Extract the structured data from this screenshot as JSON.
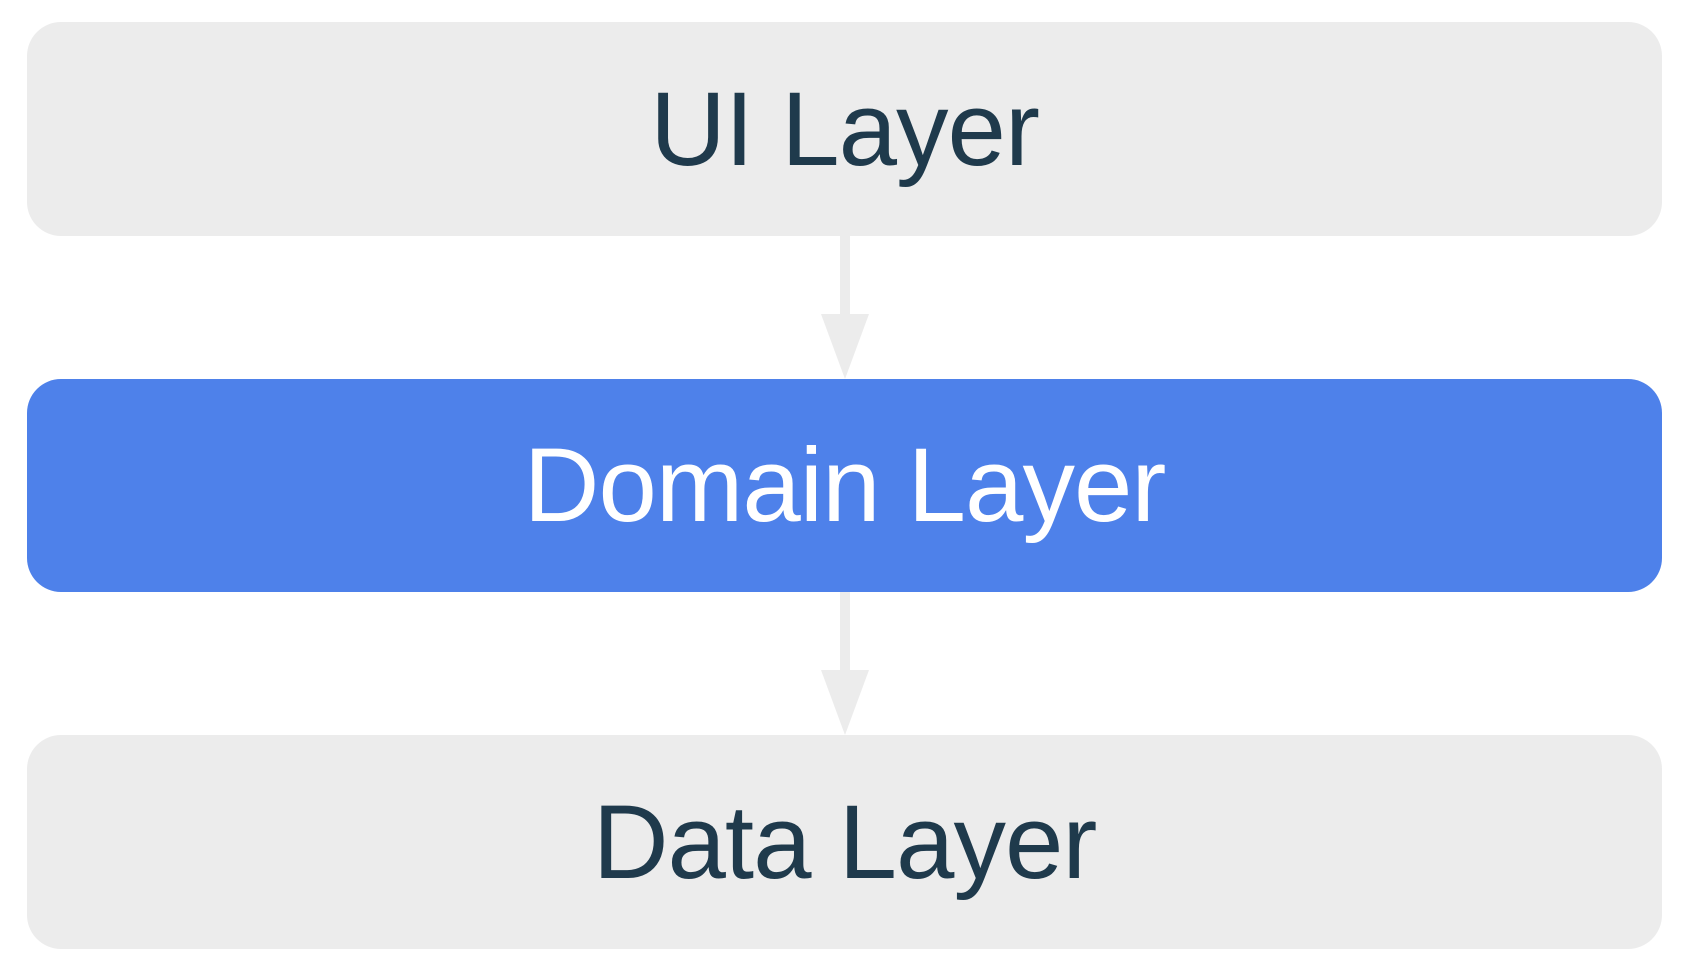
{
  "diagram": {
    "type": "layered-architecture-flow",
    "layers": [
      {
        "id": "ui",
        "label": "UI Layer",
        "bg": "#ECECEC",
        "fg": "#1F3A4C",
        "variant": "muted"
      },
      {
        "id": "domain",
        "label": "Domain Layer",
        "bg": "#4E81EA",
        "fg": "#FFFFFF",
        "variant": "accent"
      },
      {
        "id": "data",
        "label": "Data Layer",
        "bg": "#ECECEC",
        "fg": "#1F3A4C",
        "variant": "muted"
      }
    ],
    "arrows": [
      {
        "from": "ui",
        "to": "domain",
        "direction": "down"
      },
      {
        "from": "domain",
        "to": "data",
        "direction": "down"
      }
    ],
    "colors": {
      "background": "#FFFFFF",
      "muted_box": "#ECECEC",
      "accent_box": "#4E81EA",
      "dark_text": "#1F3A4C",
      "light_text": "#FFFFFF",
      "arrow": "#ECECEC"
    }
  }
}
